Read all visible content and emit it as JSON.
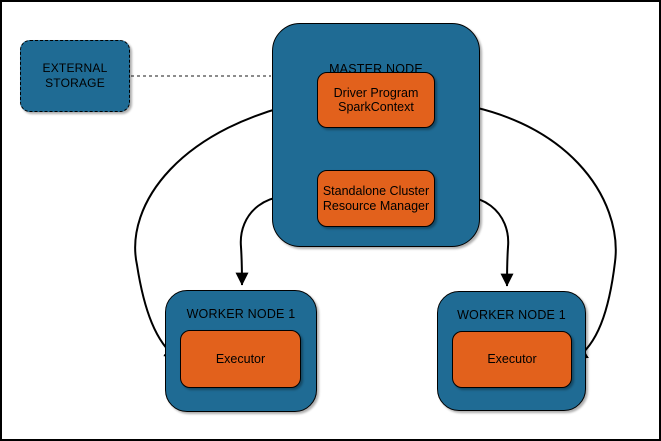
{
  "external_storage": {
    "line1": "EXTERNAL",
    "line2": "STORAGE"
  },
  "master_node": {
    "title": "MASTER NODE",
    "driver_program": {
      "line1": "Driver Program",
      "line2": "SparkContext"
    },
    "resource_manager": {
      "line1": "Standalone Cluster",
      "line2": "Resource Manager"
    }
  },
  "workers": [
    {
      "title": "WORKER NODE 1",
      "executor": "Executor"
    },
    {
      "title": "WORKER NODE 1",
      "executor": "Executor"
    }
  ],
  "connectors": [
    {
      "from": "EXTERNAL STORAGE",
      "to": "MASTER NODE",
      "style": "dashed",
      "direction": "none"
    },
    {
      "from": "Driver Program SparkContext",
      "to": "Standalone Cluster Resource Manager",
      "style": "solid",
      "direction": "both"
    },
    {
      "from": "Driver Program SparkContext",
      "to": "Executor (left worker)",
      "style": "solid",
      "direction": "both"
    },
    {
      "from": "Driver Program SparkContext",
      "to": "Executor (right worker)",
      "style": "solid",
      "direction": "both"
    },
    {
      "from": "Standalone Cluster Resource Manager",
      "to": "WORKER NODE 1 (left)",
      "style": "solid",
      "direction": "both"
    },
    {
      "from": "Standalone Cluster Resource Manager",
      "to": "WORKER NODE 1 (right)",
      "style": "solid",
      "direction": "both"
    }
  ],
  "colors": {
    "node_fill": "#1F6B94",
    "component_fill": "#E2611C",
    "outline": "#000000",
    "connector": "#000000",
    "dashed_connector": "#8C8C8C",
    "background": "#FFFFFF"
  }
}
